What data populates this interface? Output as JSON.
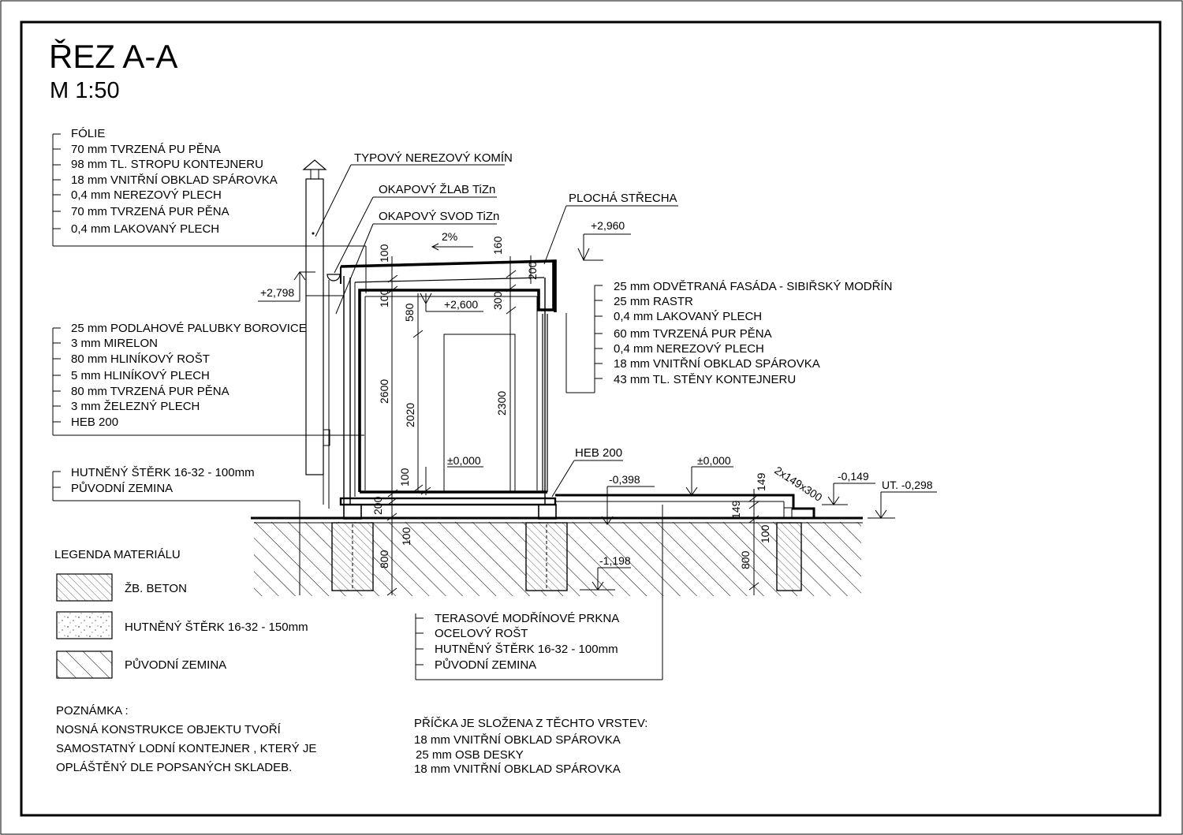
{
  "title": "ŘEZ A-A",
  "scale": "M 1:50",
  "roof_layers": [
    "FÓLIE",
    "70 mm TVRZENÁ PU PĚNA",
    "98 mm TL. STROPU KONTEJNERU",
    "18 mm VNITŘNÍ OBKLAD SPÁROVKA",
    "0,4 mm NEREZOVÝ PLECH",
    "70 mm TVRZENÁ PUR PĚNA",
    "0,4 mm LAKOVANÝ PLECH"
  ],
  "floor_layers": [
    "25 mm PODLAHOVÉ PALUBKY BOROVICE",
    "3 mm MIRELON",
    "80 mm HLINÍKOVÝ ROŠT",
    "5 mm HLINÍKOVÝ PLECH",
    "80 mm TVRZENÁ PUR PĚNA",
    "3 mm ŽELEZNÝ PLECH",
    "HEB 200"
  ],
  "ground_layers": [
    "HUTNĚNÝ ŠTĚRK 16-32 - 100mm",
    "PŮVODNÍ ZEMINA"
  ],
  "wall_layers": [
    "25 mm ODVĚTRANÁ FASÁDA - SIBIŘSKÝ MODŘÍN",
    "25 mm RASTR",
    "0,4 mm LAKOVANÝ PLECH",
    "60 mm TVRZENÁ PUR PĚNA",
    "0,4 mm NEREZOVÝ PLECH",
    "18 mm VNITŘNÍ OBKLAD SPÁROVKA",
    "43 mm TL. STĚNY KONTEJNERU"
  ],
  "terrace_layers": [
    "TERASOVÉ MODŘÍNOVÉ PRKNA",
    "OCELOVÝ ROŠT",
    "HUTNĚNÝ ŠTĚRK 16-32 - 100mm",
    "PŮVODNÍ ZEMINA"
  ],
  "callouts": {
    "chimney": "TYPOVÝ NEREZOVÝ KOMÍN",
    "gutter": "OKAPOVÝ ŽLAB TiZn",
    "downpipe": "OKAPOVÝ SVOD TiZn",
    "roof": "PLOCHÁ STŘECHA",
    "beam": "HEB 200",
    "slope": "2%",
    "steps": "2x149x300"
  },
  "levels": {
    "roof_top": "+2,960",
    "eave": "+2,798",
    "ceiling": "+2,600",
    "floor": "±0,000",
    "terrace": "±0,000",
    "terrace_base": "-0,398",
    "step": "-0,149",
    "terrain": "UT. -0,298",
    "footing": "-1,198"
  },
  "dimensions": {
    "roof_left": "100",
    "roof_left_lower": "100",
    "roof_right": "160",
    "roof_right_lower": "200",
    "ceiling_gap": "300",
    "ceiling_drop": "580",
    "wall_height": "2600",
    "door_height": "2020",
    "room_height": "2300",
    "floor_top": "100",
    "floor_beam": "200",
    "footing_top": "100",
    "footing_depth": "800",
    "step_upper": "149",
    "step_lower": "149",
    "right_footing_top": "100",
    "right_footing_depth": "800"
  },
  "legend": {
    "title": "LEGENDA MATERIÁLU",
    "items": [
      {
        "label": "ŽB. BETON"
      },
      {
        "label": "HUTNĚNÝ ŠTĚRK 16-32 - 150mm"
      },
      {
        "label": "PŮVODNÍ ZEMINA"
      }
    ]
  },
  "note": {
    "title": "POZNÁMKA :",
    "lines": [
      "NOSNÁ KONSTRUKCE OBJEKTU TVOŘÍ",
      "SAMOSTATNÝ LODNÍ KONTEJNER , KTERÝ JE",
      "OPLÁŠTĚNÝ DLE POPSANÝCH SKLADEB."
    ]
  },
  "partition": {
    "title": "PŘÍČKA JE SLOŽENA Z TĚCHTO VRSTEV:",
    "lines": [
      "18 mm VNITŘNÍ OBKLAD SPÁROVKA",
      "25 mm OSB DESKY",
      "18 mm VNITŘNÍ OBKLAD SPÁROVKA"
    ]
  }
}
